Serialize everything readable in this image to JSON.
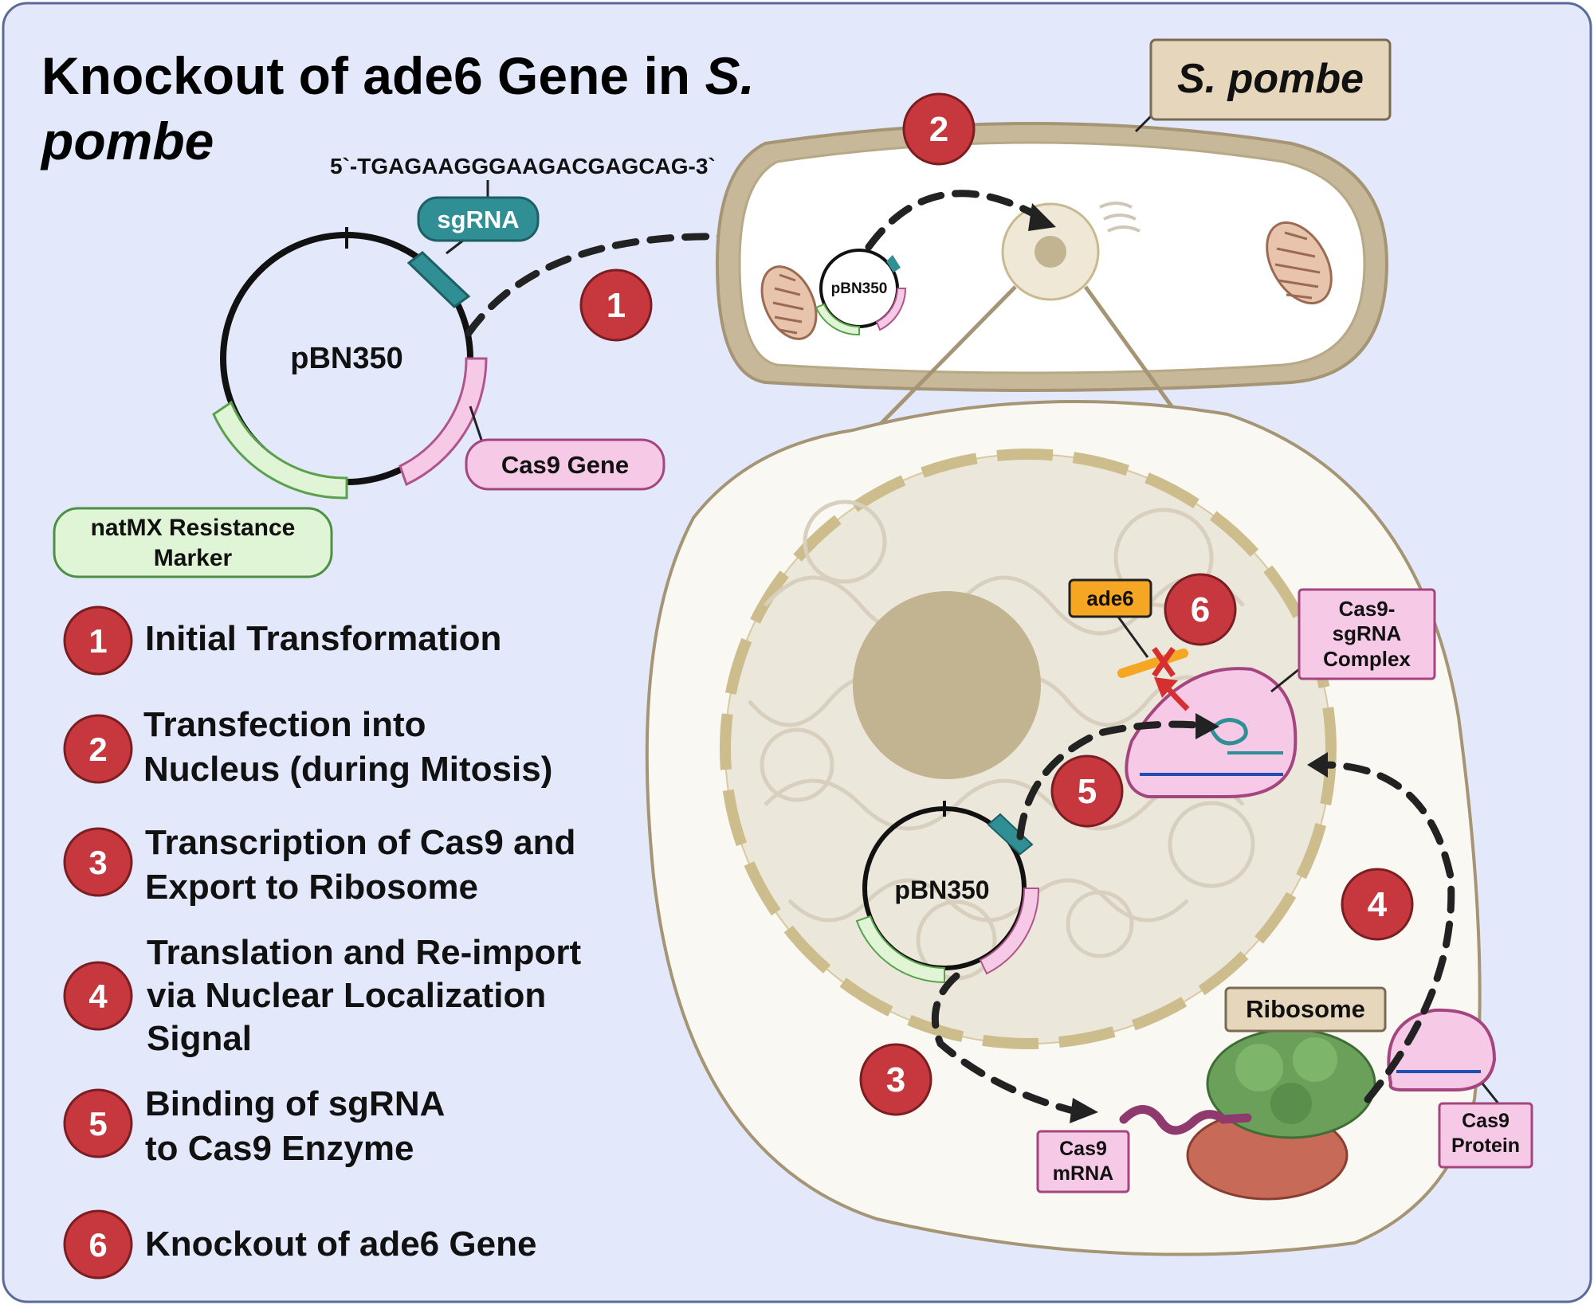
{
  "title": {
    "main": "Knockout of ade6 Gene in ",
    "italic1": "S.",
    "italic2": "pombe"
  },
  "sequence": "5`-TGAGAAGGGAAGACGAGCAG-3`",
  "plasmid": {
    "name": "pBN350",
    "sgrna_label": "sgRNA",
    "cas9_label": "Cas9 Gene",
    "natmx_line1": "natMX Resistance",
    "natmx_line2": "Marker"
  },
  "cell_label": "S. pombe",
  "nucleus": {
    "plasmid_name": "pBN350",
    "ade6": "ade6",
    "complex_line1": "Cas9-",
    "complex_line2": "sgRNA",
    "complex_line3": "Complex",
    "ribosome": "Ribosome",
    "mrna_line1": "Cas9",
    "mrna_line2": "mRNA",
    "protein_line1": "Cas9",
    "protein_line2": "Protein"
  },
  "steps": [
    {
      "num": "1",
      "lines": [
        "Initial Transformation"
      ]
    },
    {
      "num": "2",
      "lines": [
        "Transfection into",
        "Nucleus  (during Mitosis)"
      ]
    },
    {
      "num": "3",
      "lines": [
        "Transcription of Cas9 and",
        "Export to Ribosome"
      ]
    },
    {
      "num": "4",
      "lines": [
        "Translation and Re-import",
        "via Nuclear Localization",
        "Signal"
      ]
    },
    {
      "num": "5",
      "lines": [
        "Binding of sgRNA",
        "to Cas9 Enzyme"
      ]
    },
    {
      "num": "6",
      "lines": [
        "Knockout of ade6 Gene"
      ]
    }
  ],
  "colors": {
    "background": "#e3e9fb",
    "step_badge": "#c6383d",
    "sgrna": "#2f8f95",
    "cas9_pink": "#f6c9e6",
    "natmx_green": "#dff5d6",
    "cell_wall": "#c7b89a",
    "nucleus_fill": "#ece7db",
    "nucleolus": "#c2b391",
    "ribosome_green": "#6aa05a",
    "ribosome_red": "#c86a58",
    "mrna": "#8e3a6f",
    "ade6_label": "#f5a623"
  }
}
